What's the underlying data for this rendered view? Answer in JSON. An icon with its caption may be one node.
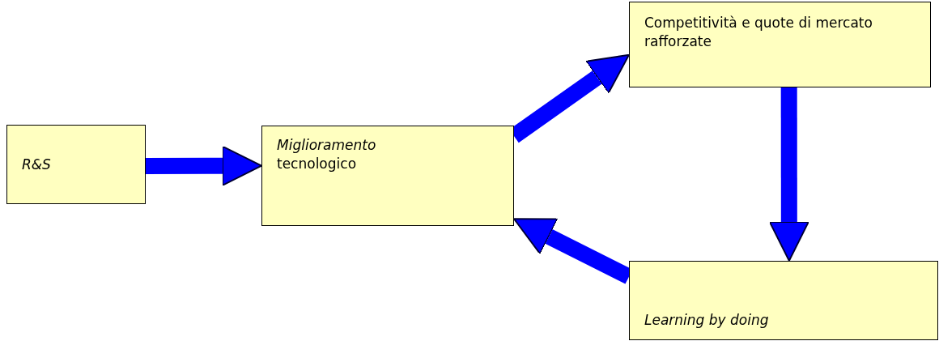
{
  "diagram": {
    "nodes": [
      {
        "text": [
          "R&S"
        ]
      },
      {
        "text": [
          "*Miglioramento* tecnologico"
        ]
      },
      {
        "text": [
          "Competitività e quote di mercato rafforzate"
        ]
      },
      {
        "text": [
          "Learning by doing"
        ]
      }
    ],
    "edges": [
      {
        "from": 0,
        "to": 1,
        "arrow": "to"
      },
      {
        "from": 1,
        "to": 2,
        "arrow": "to"
      },
      {
        "from": 2,
        "to": 3,
        "arrow": "to"
      },
      {
        "from": 3,
        "to": 1,
        "arrow": "to"
      }
    ]
  }
}
